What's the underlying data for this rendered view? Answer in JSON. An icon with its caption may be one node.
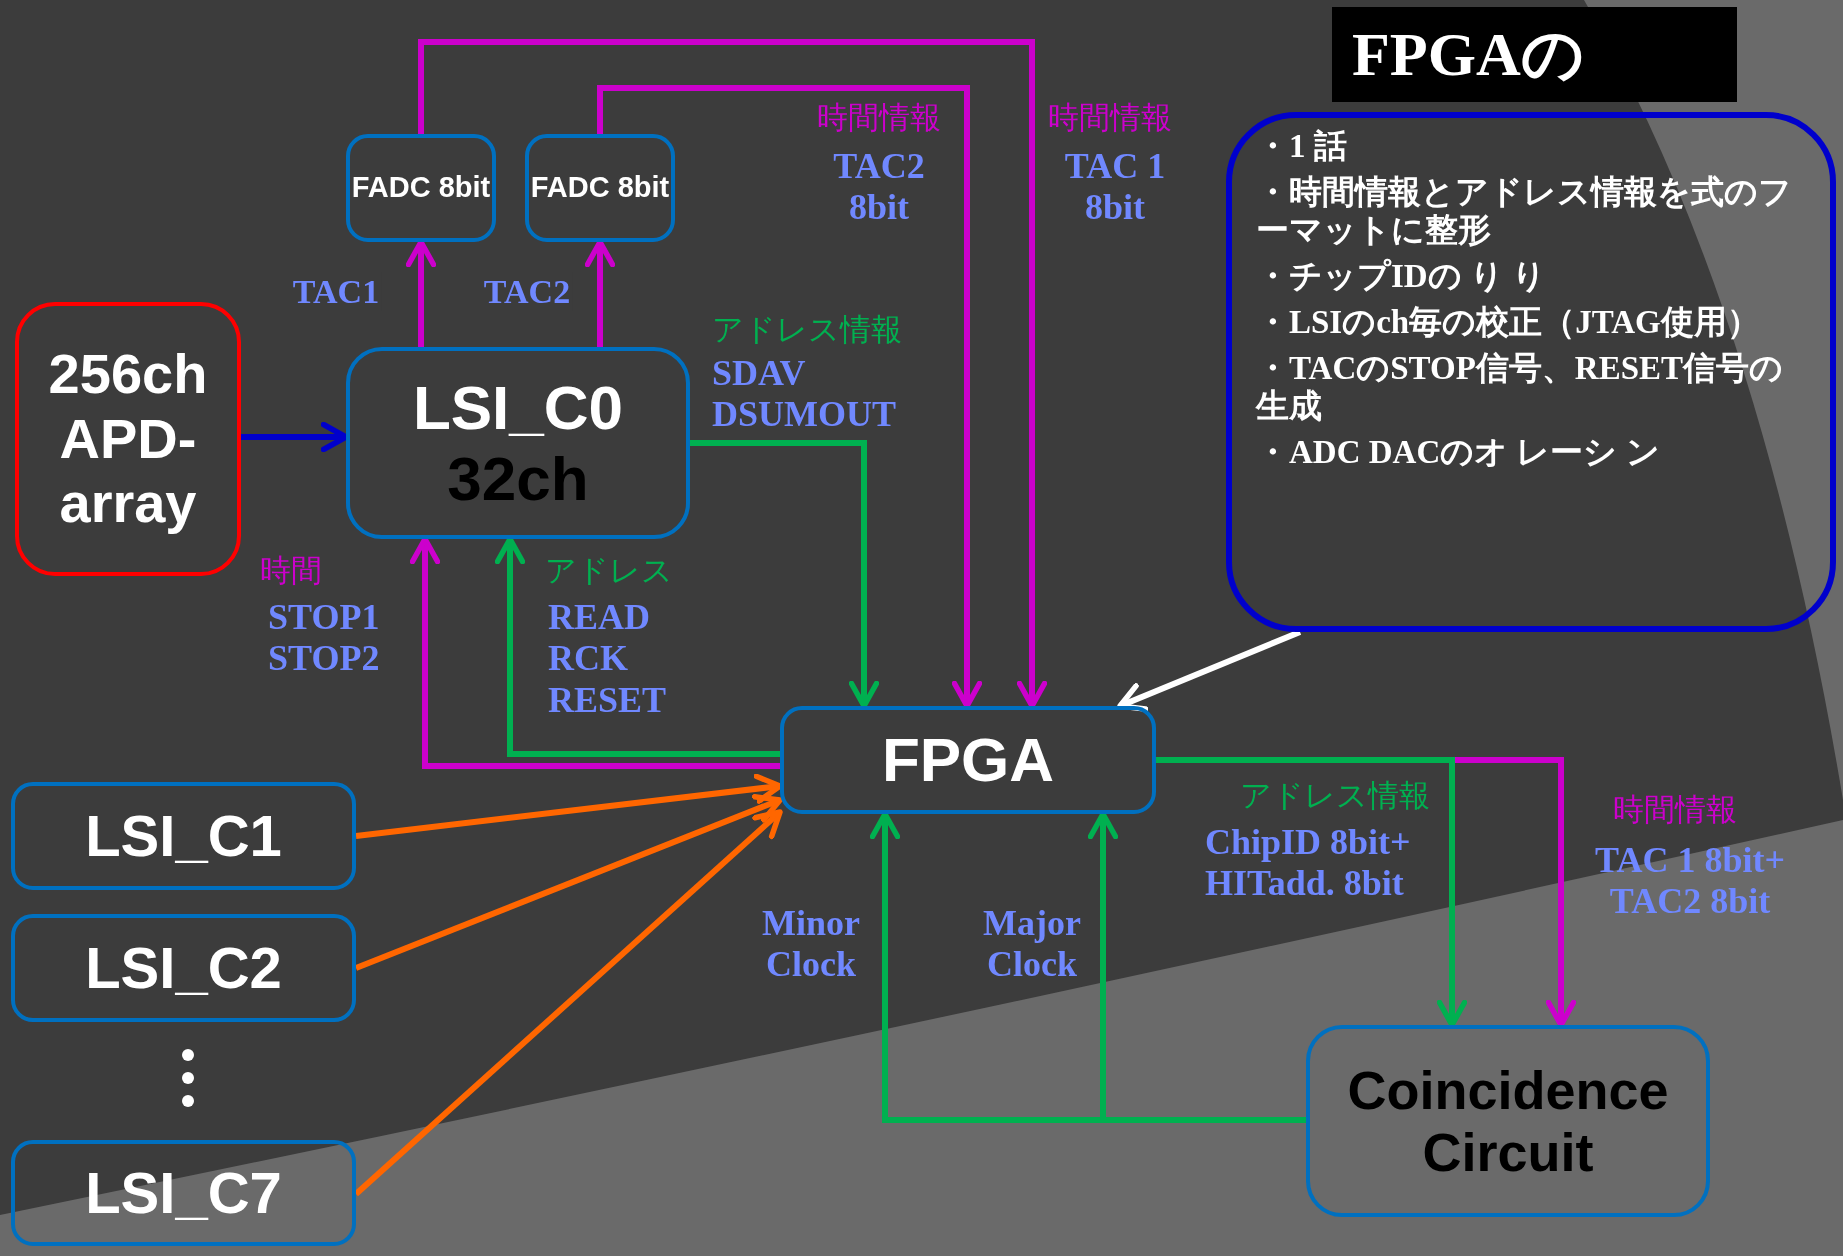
{
  "diagram": {
    "title": "FPGAの",
    "nodes": [
      {
        "text": [
          "256ch APD-array"
        ]
      },
      {
        "text": [
          "FADC 8bit"
        ]
      },
      {
        "text": [
          "FADC 8bit"
        ]
      },
      {
        "text": [
          "LSI_C0",
          "32ch"
        ]
      },
      {
        "text": [
          "FPGA"
        ]
      },
      {
        "text": [
          "LSI_C1"
        ]
      },
      {
        "text": [
          "LSI_C2"
        ]
      },
      {
        "text": [
          "LSI_C7"
        ]
      },
      {
        "text": [
          "Coincidence Circuit"
        ]
      },
      {
        "text": [
          "・1 話",
          "・時間情報とアドレス情報を式のフーマットに整形",
          "・チップIDの り り",
          "・LSIのch毎の校正（JTAG使用）",
          "・TACのSTOP信号、RESET信号の生成",
          "・ADC DACのオ レーシ ン"
        ]
      }
    ],
    "edges": [
      {
        "from": 0,
        "to": 3,
        "arrow": "to",
        "color": "#0000cc"
      },
      {
        "from": 3,
        "to": 1,
        "arrow": "to",
        "label": "TAC1"
      },
      {
        "from": 3,
        "to": 2,
        "arrow": "to",
        "label": "TAC2"
      },
      {
        "from": 1,
        "to": 4,
        "arrow": "to"
      },
      {
        "from": 2,
        "to": 4,
        "arrow": "to"
      },
      {
        "from": 3,
        "to": 4,
        "arrow": "to",
        "color": "#00b050"
      },
      {
        "from": 4,
        "to": 3,
        "arrow": "to"
      },
      {
        "from": 4,
        "to": 3,
        "arrow": "to",
        "color": "#00b050"
      },
      {
        "from": 5,
        "to": 4,
        "arrow": "to",
        "color": "#ff6600"
      },
      {
        "from": 6,
        "to": 4,
        "arrow": "to",
        "color": "#ff6600"
      },
      {
        "from": 7,
        "to": 4,
        "arrow": "to",
        "color": "#ff6600"
      },
      {
        "from": 4,
        "to": 8,
        "arrow": "to"
      },
      {
        "from": 4,
        "to": 8,
        "arrow": "to",
        "color": "#00b050"
      },
      {
        "from": 8,
        "to": 4,
        "arrow": "to",
        "color": "#00b050"
      },
      {
        "from": 8,
        "to": 4,
        "arrow": "to",
        "color": "#00b050"
      },
      {
        "from": 9,
        "to": 4,
        "arrow": "to",
        "color": "#ffffff"
      }
    ],
    "labels": [
      "時間情報",
      "TAC2 8bit",
      "時間情報",
      "TAC 1 8bit",
      "アドレス情報",
      "SDAV DSUMOUT",
      "時間",
      "STOP1 STOP2",
      "アドレス",
      "READ RCK RESET",
      "アドレス情報",
      "ChipID 8bit+ HITadd. 8bit",
      "時間情報",
      "TAC 1 8bit+ TAC2 8bit",
      "Minor Clock",
      "Major Clock"
    ]
  }
}
